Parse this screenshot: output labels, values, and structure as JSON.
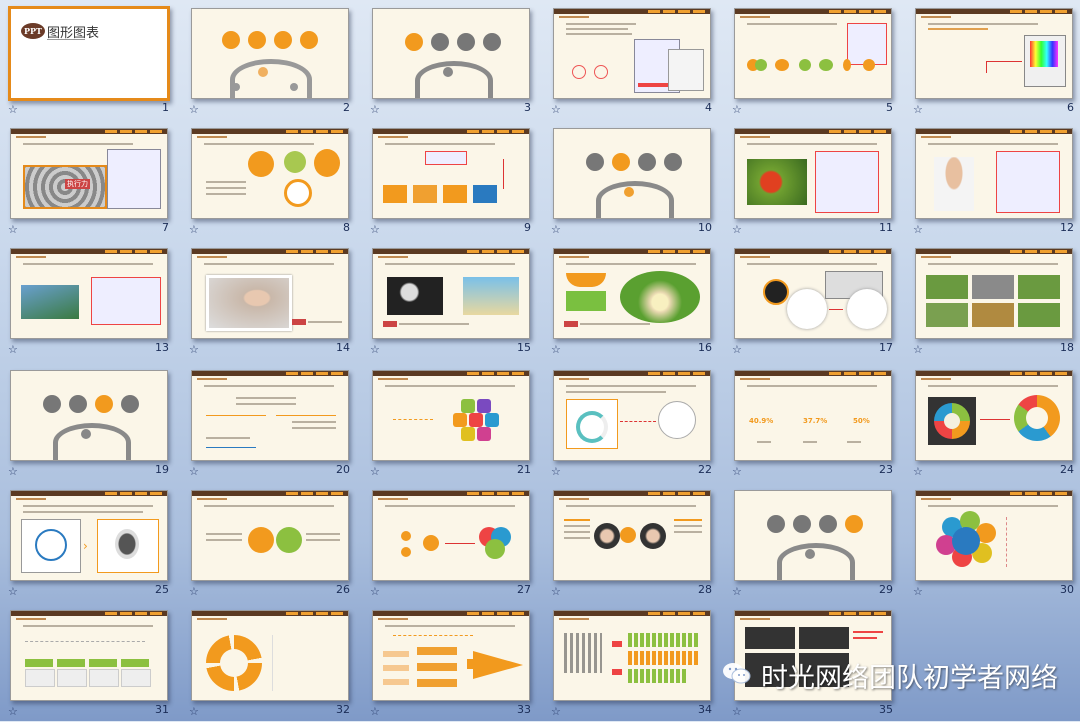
{
  "cover": {
    "logo_text": "PPT",
    "title": "图形图表"
  },
  "slides": [
    {
      "num": "1"
    },
    {
      "num": "2"
    },
    {
      "num": "3"
    },
    {
      "num": "4"
    },
    {
      "num": "5"
    },
    {
      "num": "6"
    },
    {
      "num": "7"
    },
    {
      "num": "8"
    },
    {
      "num": "9"
    },
    {
      "num": "10"
    },
    {
      "num": "11"
    },
    {
      "num": "12"
    },
    {
      "num": "13"
    },
    {
      "num": "14"
    },
    {
      "num": "15"
    },
    {
      "num": "16"
    },
    {
      "num": "17"
    },
    {
      "num": "18"
    },
    {
      "num": "19"
    },
    {
      "num": "20"
    },
    {
      "num": "21"
    },
    {
      "num": "22"
    },
    {
      "num": "23"
    },
    {
      "num": "24"
    },
    {
      "num": "25"
    },
    {
      "num": "26"
    },
    {
      "num": "27"
    },
    {
      "num": "28"
    },
    {
      "num": "29"
    },
    {
      "num": "30"
    },
    {
      "num": "31"
    },
    {
      "num": "32"
    },
    {
      "num": "33"
    },
    {
      "num": "34"
    },
    {
      "num": "35"
    }
  ],
  "slide7": {
    "label": "执行力"
  },
  "slide23": {
    "v1": "40.9%",
    "v2": "37.7%",
    "v3": "50%"
  },
  "watermark": {
    "text": "时光网络团队初学者网络"
  },
  "colors": {
    "accent": "#e58a1a",
    "header": "#5b3a22",
    "background": "#a9bedd"
  },
  "star_icon": "star-icon"
}
